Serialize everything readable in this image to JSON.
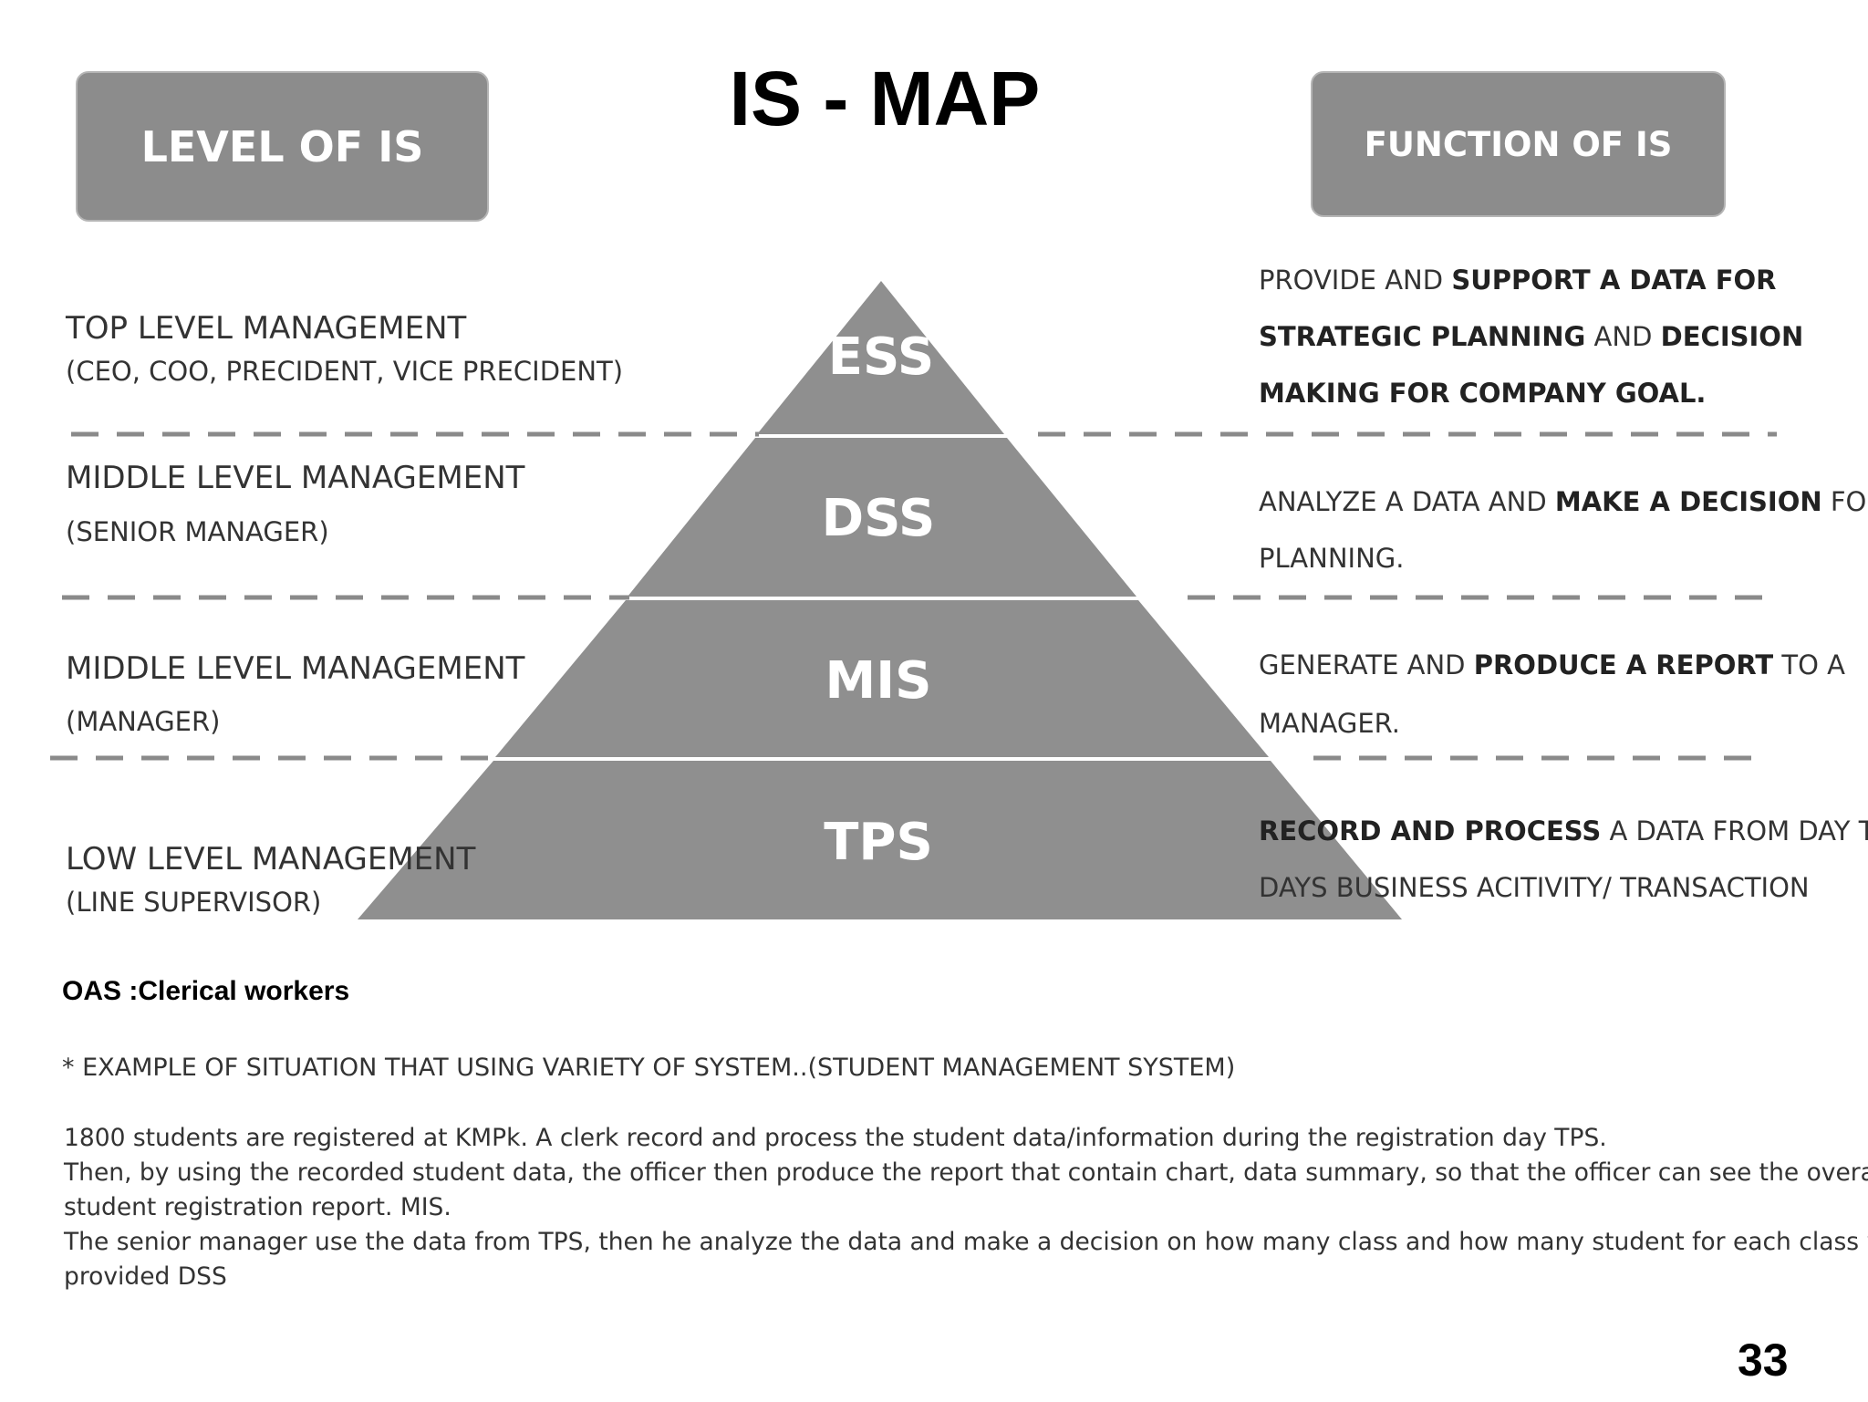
{
  "title": "IS - MAP",
  "header_left": "LEVEL OF IS",
  "header_right": "FUNCTION OF IS",
  "tiers": [
    {
      "label": "ESS"
    },
    {
      "label": "DSS"
    },
    {
      "label": "MIS"
    },
    {
      "label": "TPS"
    }
  ],
  "levels": [
    {
      "main": "TOP LEVEL MANAGEMENT",
      "sub": "(CEO, COO, PRECIDENT, VICE PRECIDENT)"
    },
    {
      "main": "MIDDLE LEVEL MANAGEMENT",
      "sub": "(SENIOR MANAGER)"
    },
    {
      "main": "MIDDLE LEVEL MANAGEMENT",
      "sub": "(MANAGER)"
    },
    {
      "main": "LOW LEVEL MANAGEMENT",
      "sub": "(LINE SUPERVISOR)"
    }
  ],
  "functions": [
    {
      "line1": [
        "PROVIDE AND ",
        "SUPPORT A DATA FOR"
      ],
      "line2": [
        "STRATEGIC PLANNING",
        " AND ",
        "DECISION"
      ],
      "line3": "MAKING FOR COMPANY GOAL."
    },
    {
      "line1": [
        "ANALYZE A DATA AND ",
        "MAKE A DECISION",
        " FOR"
      ],
      "line2": "PLANNING."
    },
    {
      "line1": [
        "GENERATE AND ",
        "PRODUCE A REPORT",
        " TO A"
      ],
      "line2": "MANAGER."
    },
    {
      "line1": [
        "RECORD AND PROCESS",
        " A DATA FROM DAY TO"
      ],
      "line2": "DAYS BUSINESS ACITIVITY/ TRANSACTION"
    }
  ],
  "oas": "OAS :Clerical workers",
  "example_heading": "* EXAMPLE OF SITUATION THAT USING VARIETY OF SYSTEM..(STUDENT MANAGEMENT SYSTEM)",
  "example_lines": [
    "1800 students are registered at KMPk. A clerk record and process the student data/information during the registration day  TPS.",
    "Then, by using the recorded student data, the officer then produce the report that contain chart, data summary, so that the officer can see the overall",
    "student registration report.  MIS.",
    "The senior manager use the data from TPS, then he analyze the data and make a decision on how many class and how many student for each class will be",
    "provided  DSS"
  ],
  "page_number": "33",
  "colors": {
    "box": "#8c8c8c",
    "pyramid": "#8f8f8f",
    "text": "#333333"
  }
}
